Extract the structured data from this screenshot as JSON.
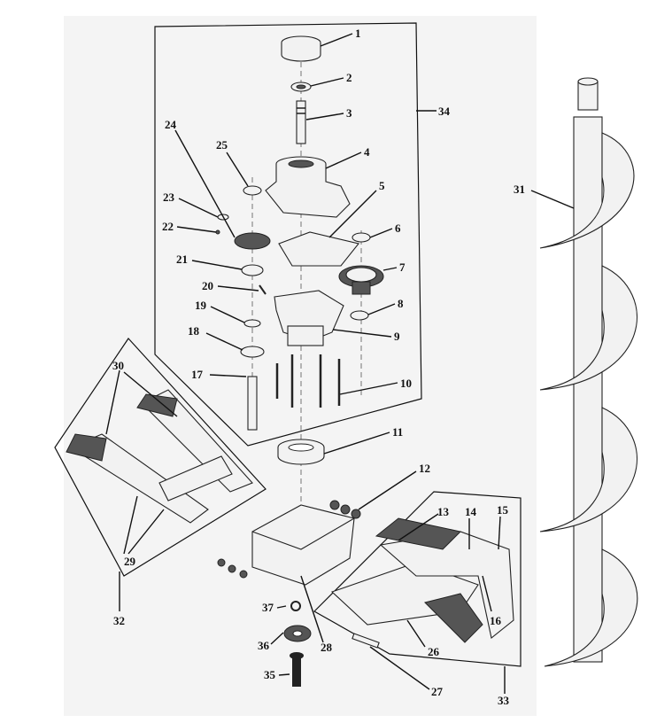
{
  "callouts": {
    "p1": "1",
    "p2": "2",
    "p3": "3",
    "p4": "4",
    "p5": "5",
    "p6": "6",
    "p7": "7",
    "p8": "8",
    "p9": "9",
    "p10": "10",
    "p11": "11",
    "p12": "12",
    "p13": "13",
    "p14": "14",
    "p15": "15",
    "p16": "16",
    "p17": "17",
    "p18": "18",
    "p19": "19",
    "p20": "20",
    "p21": "21",
    "p22": "22",
    "p23": "23",
    "p24": "24",
    "p25": "25",
    "p26": "26",
    "p27": "27",
    "p28": "28",
    "p29": "29",
    "p30": "30",
    "p31": "31",
    "p32": "32",
    "p33": "33",
    "p34": "34",
    "p35": "35",
    "p36": "36",
    "p37": "37"
  }
}
